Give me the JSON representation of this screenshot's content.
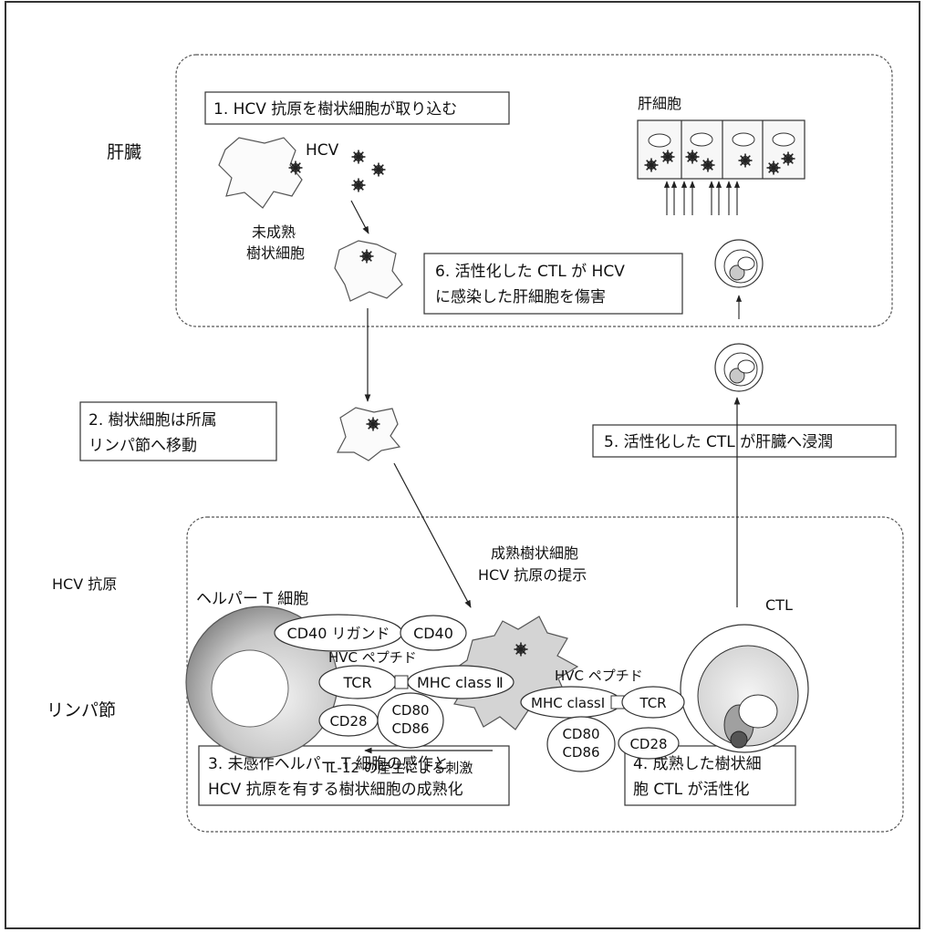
{
  "organs": {
    "liver": "肝臓",
    "lymph_node": "リンパ節",
    "hcv_antigen_side": "HCV 抗原"
  },
  "steps": {
    "step1": "1. HCV 抗原を樹状細胞が取り込む",
    "step2_line1": "2. 樹状細胞は所属",
    "step2_line2": "リンパ節へ移動",
    "step3_line1": "3. 未感作ヘルパー T 細胞の感作と",
    "step3_line2": "HCV 抗原を有する樹状細胞の成熟化",
    "step4_line1": "4. 成熟した樹状細",
    "step4_line2": "胞 CTL が活性化",
    "step5": "5. 活性化した CTL が肝臓へ浸潤",
    "step6_line1": "6. 活性化した CTL が HCV",
    "step6_line2": "に感染した肝細胞を傷害"
  },
  "labels": {
    "hcv": "HCV",
    "immature_dc_line1": "未成熟",
    "immature_dc_line2": "樹状細胞",
    "hepatocyte": "肝細胞",
    "mature_dc_line1": "成熟樹状細胞",
    "mature_dc_line2": "HCV 抗原の提示",
    "helper_t": "ヘルパー T 細胞",
    "ctl": "CTL",
    "cd40_ligand": "CD40 リガンド",
    "cd40": "CD40",
    "hvc_peptide_left": "HVC ペプチド",
    "hvc_peptide_right": "HVC ペプチド",
    "tcr_left": "TCR",
    "tcr_right": "TCR",
    "mhc2": "MHC class Ⅱ",
    "mhc1": "MHC classⅠ",
    "cd28_left": "CD28",
    "cd28_right": "CD28",
    "cd80_left": "CD80",
    "cd86_left": "CD86",
    "cd80_right": "CD80",
    "cd86_right": "CD86",
    "il12": "IL-12 の産生による刺激"
  }
}
